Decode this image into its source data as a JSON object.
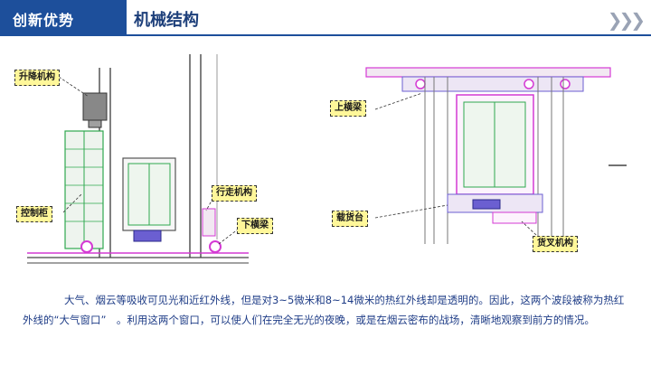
{
  "header": {
    "tab_label": "创新优势",
    "title": "机械结构"
  },
  "callouts": {
    "lift": "升降机构",
    "control": "控制柜",
    "travel": "行走机构",
    "lower_beam": "下横梁",
    "upper_beam": "上横梁",
    "carrier": "载货台",
    "fork": "货叉机构"
  },
  "paragraph": "大气、烟云等吸收可见光和近红外线，但是对3~5微米和8~14微米的热红外线却是透明的。因此，这两个波段被称为热红外线的“大气窗口”　。利用这两个窗口，可以使人们在完全无光的夜晚，或是在烟云密布的战场，清晰地观察到前方的情况。",
  "colors": {
    "brand": "#1d4f9b",
    "callout_bg": "#fff79a",
    "text": "#1f3d87",
    "magenta": "#d43ad4",
    "green": "#2fa84f"
  }
}
